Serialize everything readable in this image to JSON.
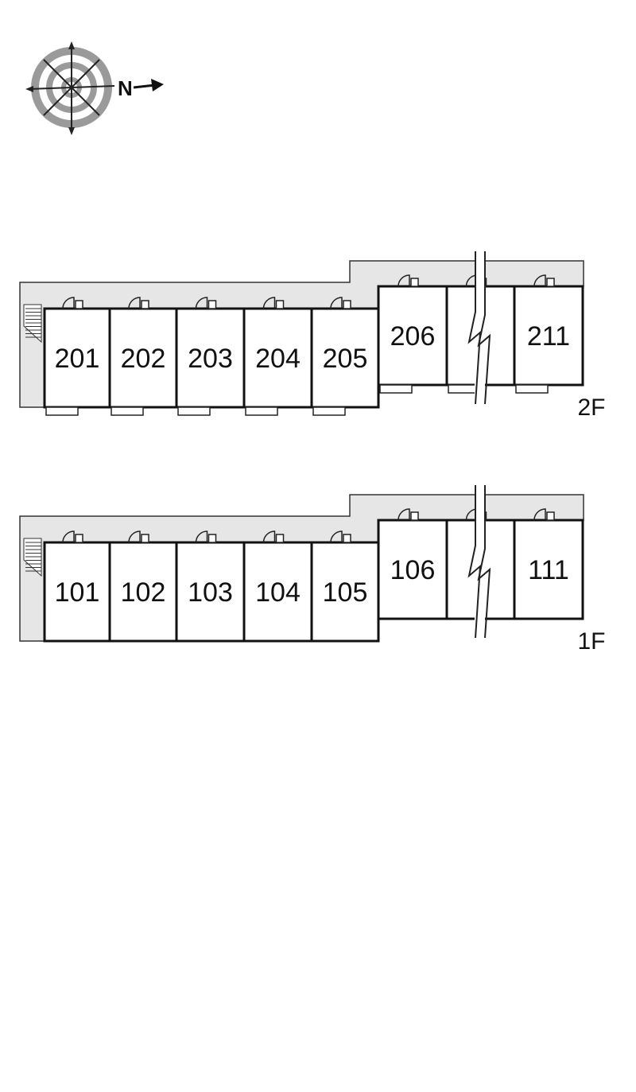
{
  "compass": {
    "north_label": "N",
    "icon": "compass-rose-icon"
  },
  "floors": [
    {
      "label": "2F",
      "units": [
        {
          "number": "201"
        },
        {
          "number": "202"
        },
        {
          "number": "203"
        },
        {
          "number": "204"
        },
        {
          "number": "205"
        },
        {
          "number": "206"
        },
        {
          "number": ""
        },
        {
          "number": "211"
        }
      ]
    },
    {
      "label": "1F",
      "units": [
        {
          "number": "101"
        },
        {
          "number": "102"
        },
        {
          "number": "103"
        },
        {
          "number": "104"
        },
        {
          "number": "105"
        },
        {
          "number": "106"
        },
        {
          "number": ""
        },
        {
          "number": "111"
        }
      ]
    }
  ],
  "colors": {
    "corridor": "#e6e6e6",
    "wall": "#111111",
    "unit_fill": "#ffffff"
  }
}
